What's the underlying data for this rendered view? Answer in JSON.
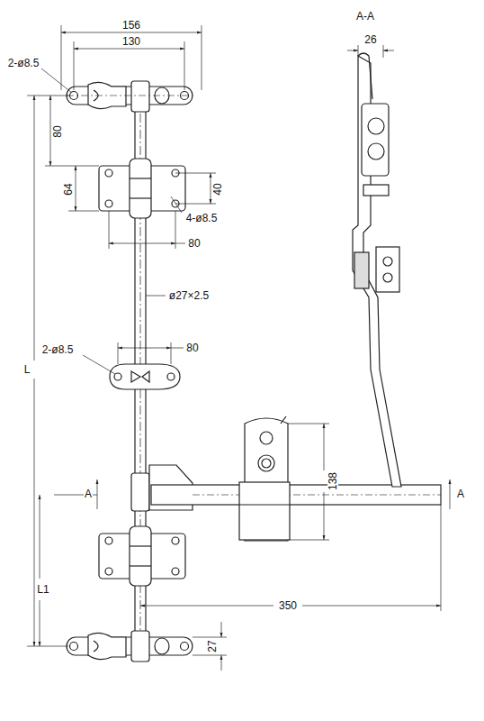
{
  "diagram": {
    "labels": [
      "156",
      "130",
      "A-A",
      "26",
      "2-ø8.5",
      "80",
      "64",
      "40",
      "4-ø8.5",
      "80",
      "ø27×2.5",
      "L",
      "2-ø8.5",
      "80",
      "138",
      "A",
      "A",
      "L1",
      "350",
      "27"
    ]
  }
}
